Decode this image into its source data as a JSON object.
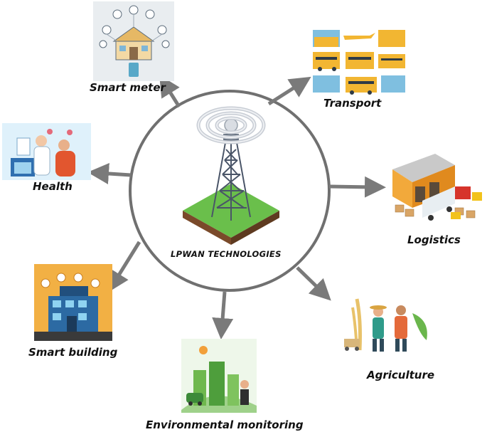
{
  "center": {
    "label": "LPWAN TECHNOLOGIES"
  },
  "applications": [
    {
      "id": "smart-meter",
      "label": "Smart meter",
      "icon": "smart-meter-house-icon"
    },
    {
      "id": "transport",
      "label": "Transport",
      "icon": "transport-vehicles-icon"
    },
    {
      "id": "health",
      "label": "Health",
      "icon": "doctor-patient-icon"
    },
    {
      "id": "logistics",
      "label": "Logistics",
      "icon": "warehouse-truck-icon"
    },
    {
      "id": "smart-building",
      "label": "Smart building",
      "icon": "smart-building-icon"
    },
    {
      "id": "agriculture",
      "label": "Agriculture",
      "icon": "farmers-icon"
    },
    {
      "id": "environmental",
      "label": "Environmental monitoring",
      "icon": "green-city-icon"
    }
  ],
  "colors": {
    "ring": "#707070",
    "arrow": "#7a7a7a",
    "tower": "#4a5568",
    "ground": "#6abf4b",
    "soil": "#7a4a2a"
  }
}
